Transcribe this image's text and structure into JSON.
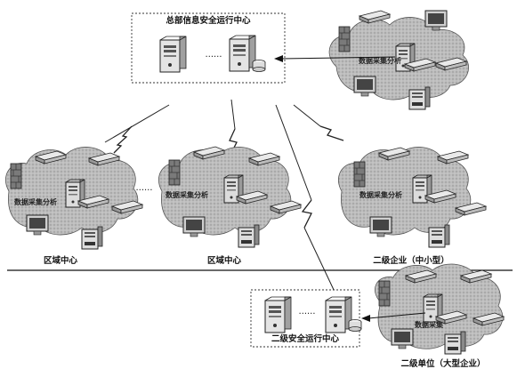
{
  "hq": {
    "title": "总部信息安全运行中心",
    "ellipsis": "……"
  },
  "hq_cloud": {
    "label": "数据采集分析"
  },
  "regions": [
    {
      "cloud_label": "数据采集分析",
      "caption": "区域中心"
    },
    {
      "cloud_label": "数据采集分析",
      "caption": "区域中心"
    },
    {
      "cloud_label": "数据采集分析",
      "caption": "二级企业（中小型）"
    }
  ],
  "between_regions_ellipsis": "……",
  "sub_center": {
    "title": "二级安全运行中心",
    "ellipsis": "……"
  },
  "large_unit": {
    "cloud_label": "数据采集",
    "caption": "二级单位（大型企业）"
  }
}
